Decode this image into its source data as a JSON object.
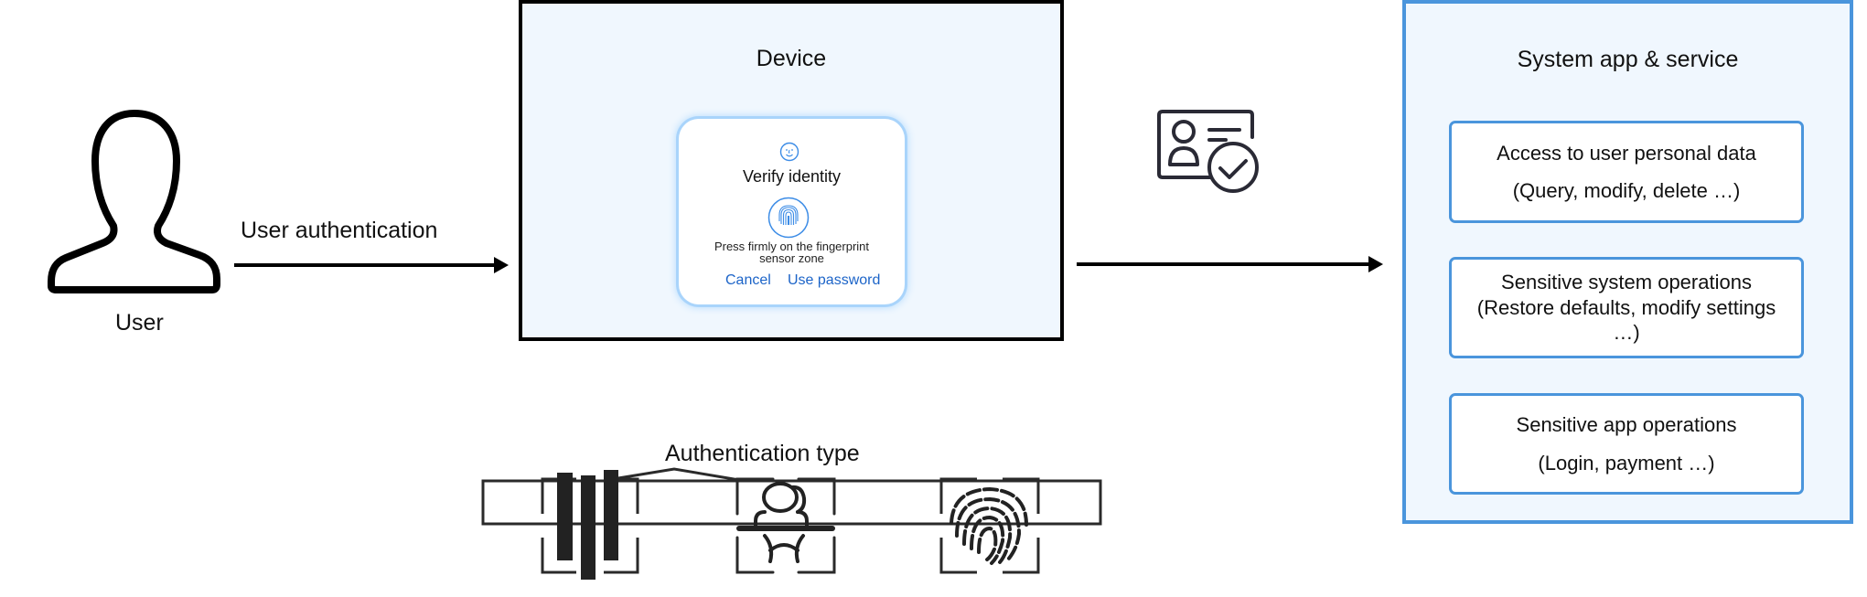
{
  "user": {
    "label": "User",
    "icon": "user-silhouette-icon"
  },
  "flow": {
    "auth_arrow_label": "User authentication",
    "credential_icon": "id-card-verified-icon"
  },
  "device": {
    "title": "Device",
    "dialog": {
      "icon": "face-icon",
      "title": "Verify identity",
      "fingerprint_icon": "fingerprint-icon",
      "message_line1": "Press firmly on the fingerprint",
      "message_line2": "sensor zone",
      "cancel_label": "Cancel",
      "use_password_label": "Use password"
    }
  },
  "authentication": {
    "title": "Authentication type",
    "types": [
      "password-pin-icon",
      "face-recognition-icon",
      "fingerprint-icon"
    ]
  },
  "system": {
    "title": "System app & service",
    "operations": [
      {
        "line1": "Access to user personal data",
        "line2": "(Query, modify, delete …)"
      },
      {
        "line1": "Sensitive system operations",
        "line2": "(Restore defaults, modify settings",
        "line3": "…)"
      },
      {
        "line1": "Sensitive app operations",
        "line2": "(Login, payment …)"
      }
    ]
  },
  "colors": {
    "device_border": "#000000",
    "panel_fill": "#f0f7fe",
    "system_border": "#4a95dc",
    "dialog_accent": "#1c64c8",
    "icon_stroke": "#2a2a35"
  }
}
